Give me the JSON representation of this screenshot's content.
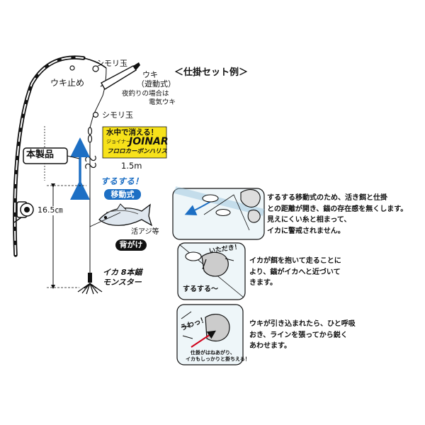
{
  "title": "＜仕掛セット例＞",
  "labels": {
    "ukidome": "ウキ止め",
    "shimoridama_top": "シモリ玉",
    "uki": "ウキ",
    "uki_type": "（遊動式）",
    "night_note_1": "夜釣りの場合は",
    "night_note_2": "電気ウキ",
    "shimoridama_mid": "シモリ玉",
    "product": "本製品",
    "suichu": "水中で消える！",
    "joinar_small": "ジョイナー",
    "joinar_logo": "JOINAR",
    "joinar_sub": "フロロカーボンハリス",
    "length_15": "1.5m",
    "surusuru": "するする！",
    "idoshiki": "移動式",
    "length_165": "16.5㎝",
    "katsuaji": "活アジ等",
    "segake": "背がけ",
    "ika8_1": "イカ 8本錨",
    "ika8_2": "モンスター"
  },
  "panels": [
    {
      "lines": [
        "するする移動式のため、活き餌と仕掛",
        "との距離が開き、錨の存在感を無くします。",
        "見えにくい糸と相まって、",
        "イカに警戒されません。"
      ]
    },
    {
      "lines": [
        "イカが餌を抱いて走ることに",
        "より、錨がイカへと近づいて",
        "きます。"
      ],
      "bubble": "いただき！",
      "caption": "するする～"
    },
    {
      "lines": [
        "ウキが引き込まれたら、ひと呼吸",
        "おき、ラインを張ってから鋭く",
        "あわせます。"
      ],
      "exclaim": "うわっ！",
      "note_1": "仕掛がはねあがり、",
      "note_2": "イカもしっかりと掛ちえる！"
    }
  ],
  "colors": {
    "blue": "#1d6fc4",
    "black": "#111111",
    "yellow": "#f7e21a",
    "panel_bg": "#eef6f9"
  }
}
